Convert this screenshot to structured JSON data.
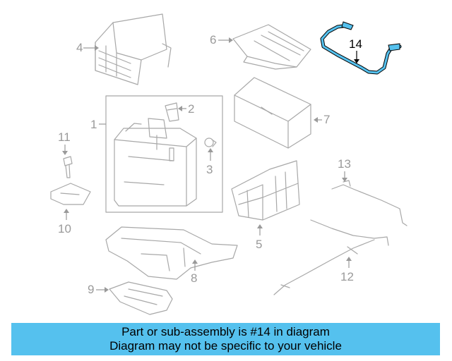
{
  "callouts": {
    "c1": "1",
    "c2": "2",
    "c3": "3",
    "c4": "4",
    "c5": "5",
    "c6": "6",
    "c7": "7",
    "c8": "8",
    "c9": "9",
    "c10": "10",
    "c11": "11",
    "c12": "12",
    "c13": "13",
    "c14": "14"
  },
  "highlighted_part": "14",
  "colors": {
    "highlight_part": "#55c1ee",
    "banner": "#55c1ee",
    "line_art": "#a8a8a8"
  },
  "banner": {
    "line1": "Part or sub-assembly is #14 in diagram",
    "line2": "Diagram may not be specific to your vehicle"
  }
}
